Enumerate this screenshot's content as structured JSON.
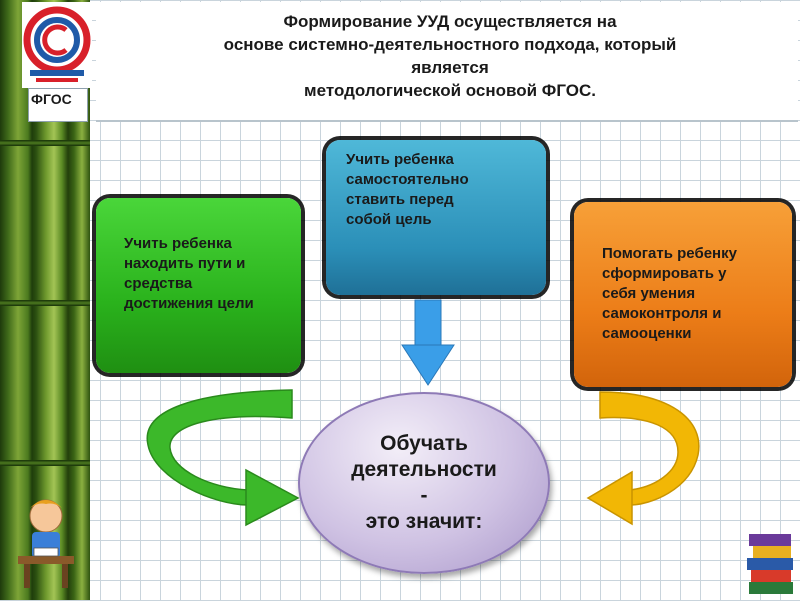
{
  "header": {
    "title_lines": [
      "Формирование УУД осуществляется на",
      "основе системно-деятельностного подхода, который",
      "является",
      "методологической основой ФГОС."
    ],
    "fgos_label": "ФГОС"
  },
  "boxes": {
    "green": {
      "lines": [
        "Учить ребенка",
        "находить пути и",
        "средства",
        "достижения цели"
      ],
      "color": "#2ab21c"
    },
    "blue": {
      "lines": [
        "Учить ребенка",
        "самостоятельно",
        "ставить перед",
        "собой цель"
      ],
      "color": "#2b8fb8"
    },
    "orange": {
      "lines": [
        "Помогать ребенку",
        "сформировать у",
        "себя умения",
        "самоконтроля и",
        "самооценки"
      ],
      "color": "#ec7d18"
    }
  },
  "center": {
    "lines": [
      "Обучать",
      "деятельности",
      "-",
      "это значит:"
    ]
  },
  "icons": {
    "logo": "fgos-logo-icon",
    "down_arrow": "down-arrow-icon",
    "left_curved_arrow": "curved-arrow-right-icon",
    "right_curved_arrow": "curved-arrow-left-icon",
    "kid": "reading-kid-icon",
    "books": "book-stack-icon"
  },
  "colors": {
    "down_arrow": "#3a9ee8",
    "left_arrow": "#3cb82a",
    "right_arrow": "#f2b705"
  }
}
